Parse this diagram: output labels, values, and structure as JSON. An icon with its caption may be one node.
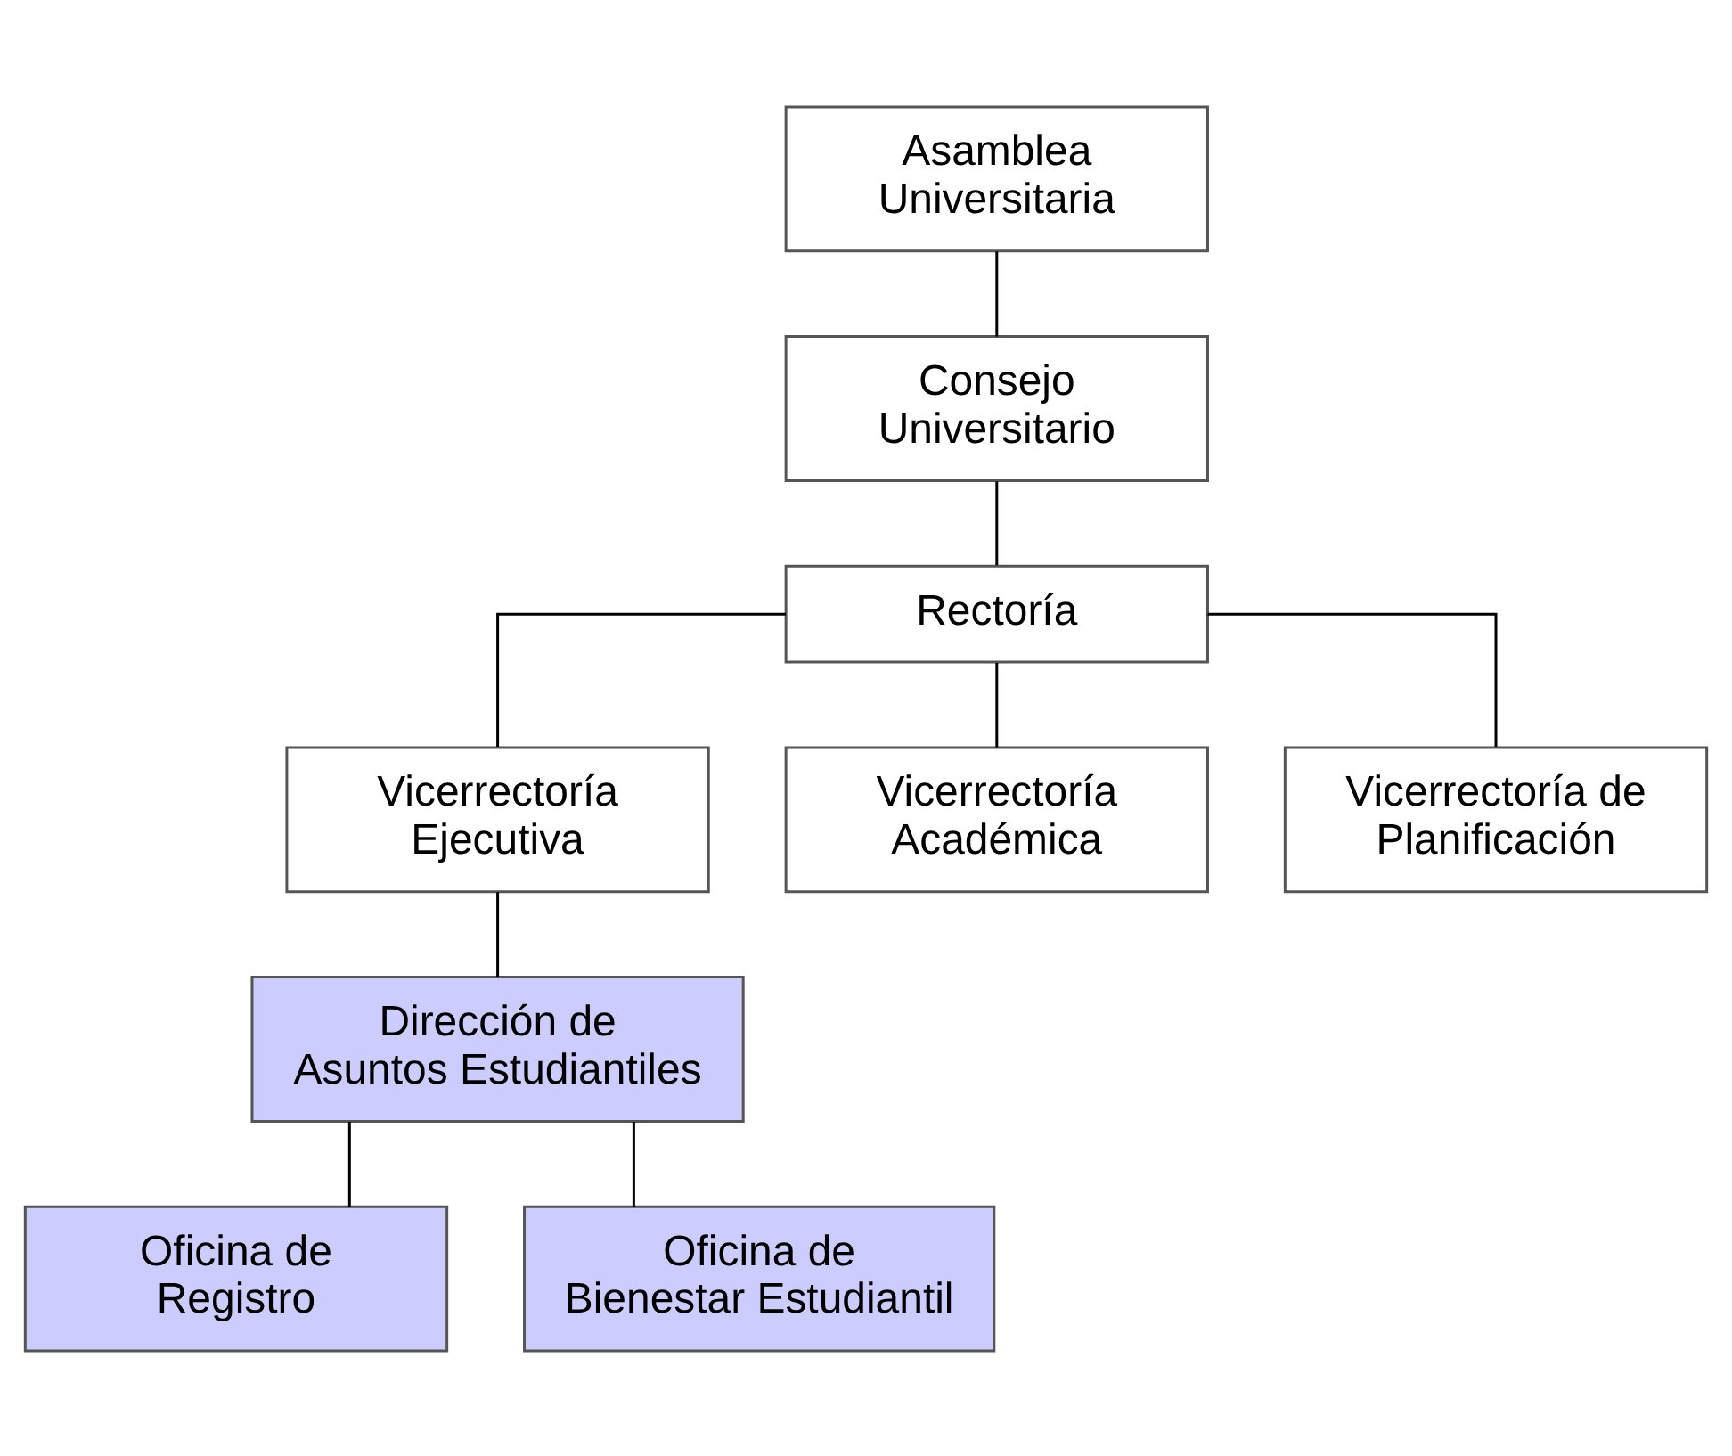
{
  "diagram": {
    "nodes": [
      {
        "text": [
          "Asamblea Universitaria"
        ]
      },
      {
        "text": [
          "Consejo Universitario"
        ]
      },
      {
        "text": [
          "Rectoría"
        ]
      },
      {
        "text": [
          "Vicerrectoría Ejecutiva"
        ]
      },
      {
        "text": [
          "Vicerrectoría Académica"
        ]
      },
      {
        "text": [
          "Vicerrectoría de Planificación"
        ]
      },
      {
        "text": [
          "Dirección de Asuntos Estudiantiles"
        ]
      },
      {
        "text": [
          "Oficina de Registro"
        ]
      },
      {
        "text": [
          "Oficina de Bienestar Estudiantil"
        ]
      }
    ],
    "edges": [
      {
        "from": 0,
        "to": 1,
        "arrow": "none"
      },
      {
        "from": 1,
        "to": 2,
        "arrow": "none"
      },
      {
        "from": 2,
        "to": 3,
        "arrow": "none"
      },
      {
        "from": 2,
        "to": 4,
        "arrow": "none"
      },
      {
        "from": 2,
        "to": 5,
        "arrow": "none"
      },
      {
        "from": 3,
        "to": 6,
        "arrow": "none"
      },
      {
        "from": 6,
        "to": 7,
        "arrow": "none"
      },
      {
        "from": 6,
        "to": 8,
        "arrow": "none"
      }
    ]
  }
}
